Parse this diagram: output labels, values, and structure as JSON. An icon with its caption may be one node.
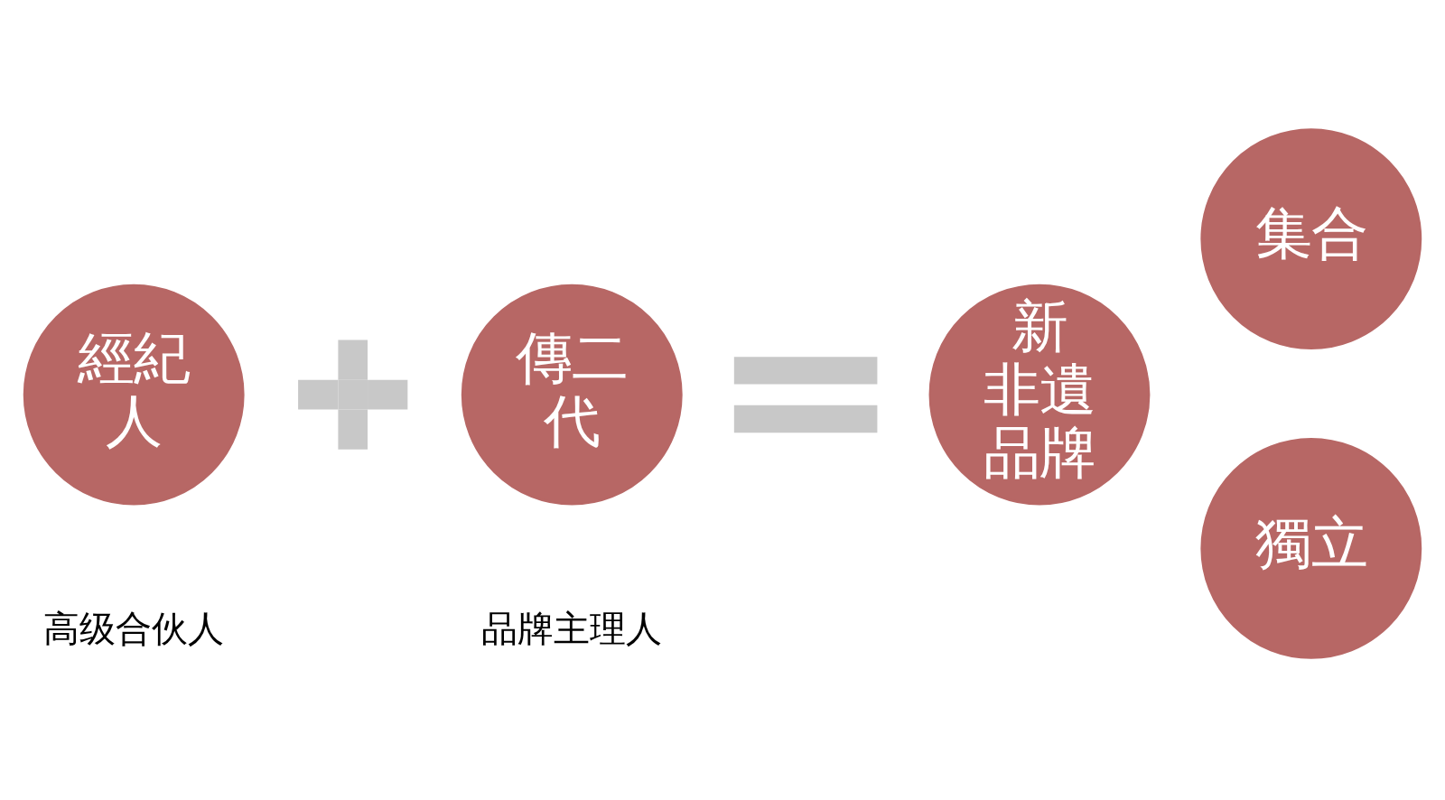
{
  "diagram": {
    "nodes": [
      {
        "text": [
          "經紀人"
        ],
        "beside": [
          "高级合伙人"
        ]
      },
      {
        "text": [],
        "shape": "plus"
      },
      {
        "text": [
          "傳二代"
        ],
        "beside": [
          "品牌主理人"
        ]
      },
      {
        "text": [],
        "shape": "equals"
      },
      {
        "text": [
          "新非遺品牌"
        ]
      },
      {
        "text": [
          "集合"
        ]
      },
      {
        "text": [
          "獨立"
        ]
      }
    ]
  }
}
